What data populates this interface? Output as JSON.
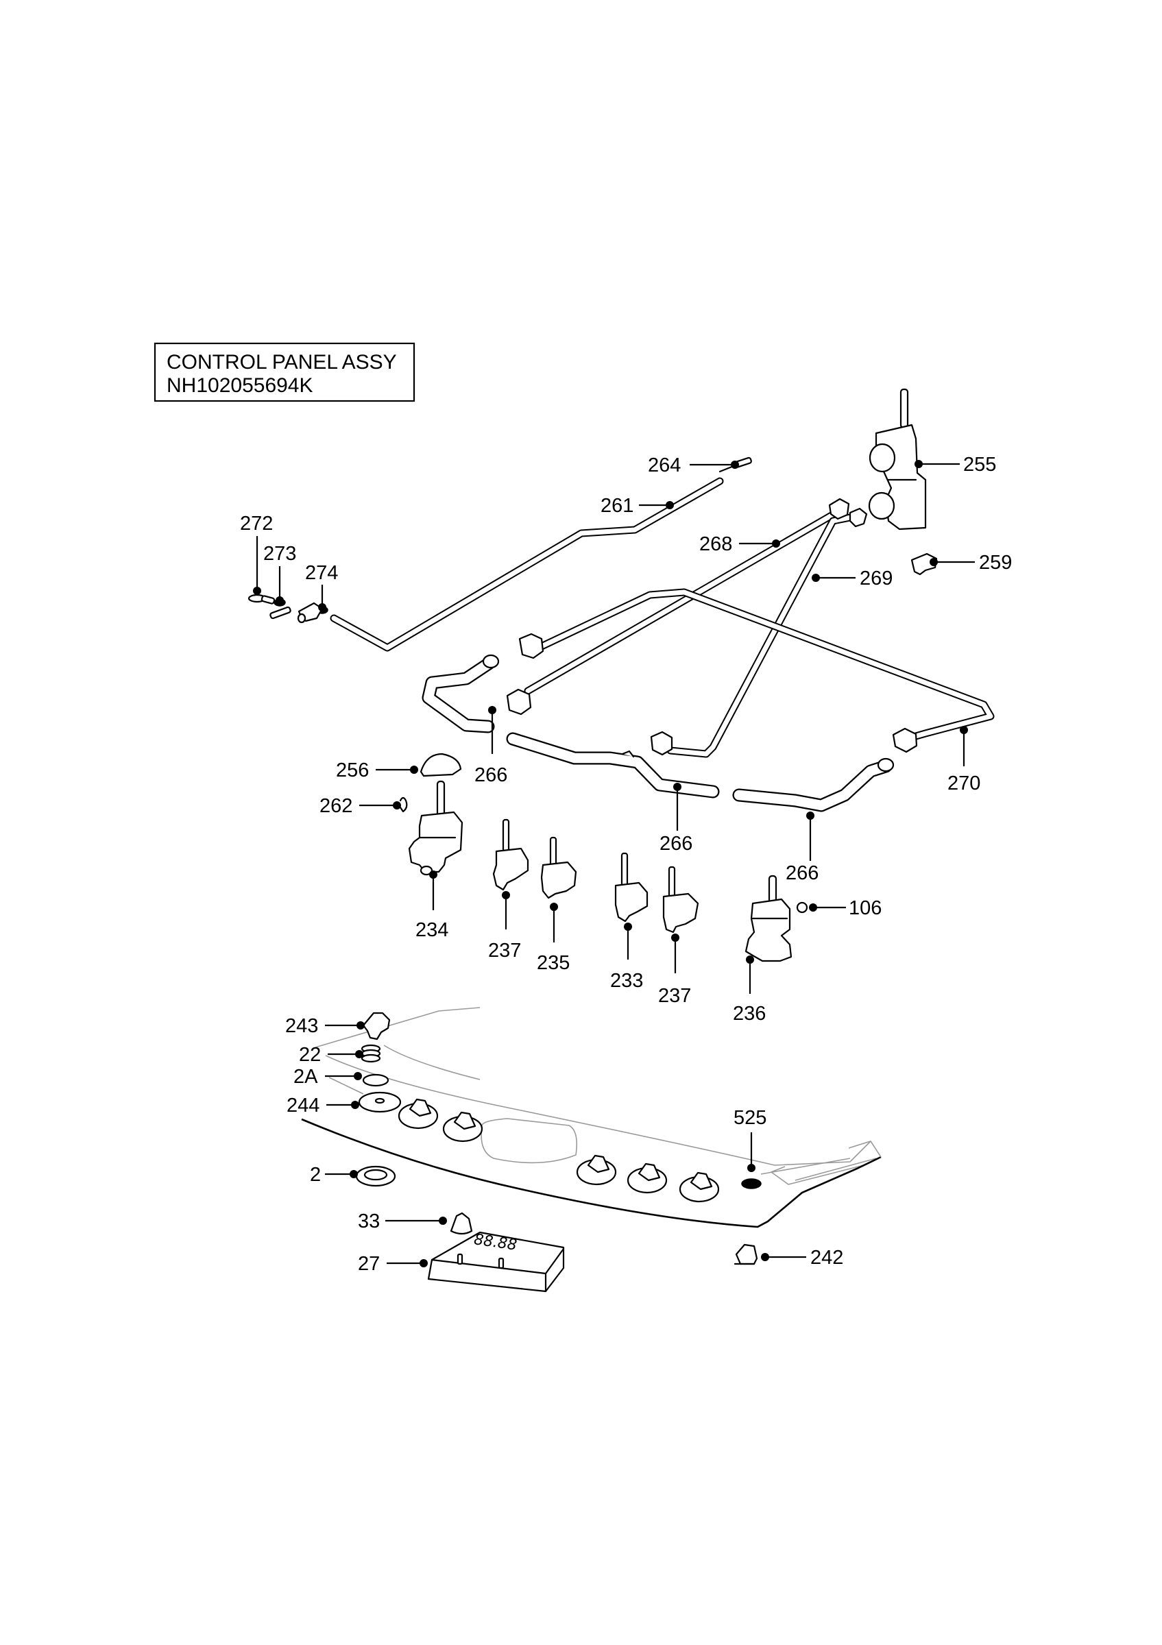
{
  "title": {
    "line1": "CONTROL PANEL ASSY",
    "line2": "NH102055694K"
  },
  "display_readout": "88.88",
  "callouts": {
    "c264": "264",
    "c255": "255",
    "c261": "261",
    "c272": "272",
    "c273": "273",
    "c274": "274",
    "c268": "268",
    "c269": "269",
    "c259": "259",
    "c256": "256",
    "c266a": "266",
    "c270": "270",
    "c262": "262",
    "c266b": "266",
    "c266c": "266",
    "c234": "234",
    "c237a": "237",
    "c235": "235",
    "c233": "233",
    "c237b": "237",
    "c106": "106",
    "c236": "236",
    "c243": "243",
    "c22": "22",
    "c2A": "2A",
    "c244": "244",
    "c525": "525",
    "c2": "2",
    "c33": "33",
    "c242": "242",
    "c27": "27"
  }
}
